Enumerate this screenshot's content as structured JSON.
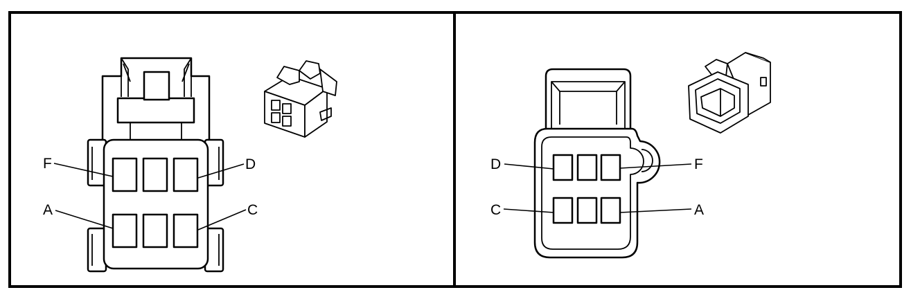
{
  "panels": [
    {
      "id": "left",
      "view": "female-connector-face",
      "pin_labels": [
        "F",
        "D",
        "A",
        "C"
      ]
    },
    {
      "id": "right",
      "view": "male-connector-face",
      "pin_labels": [
        "D",
        "F",
        "C",
        "A"
      ]
    }
  ],
  "colors": {
    "line": "#000000",
    "background": "#ffffff"
  }
}
